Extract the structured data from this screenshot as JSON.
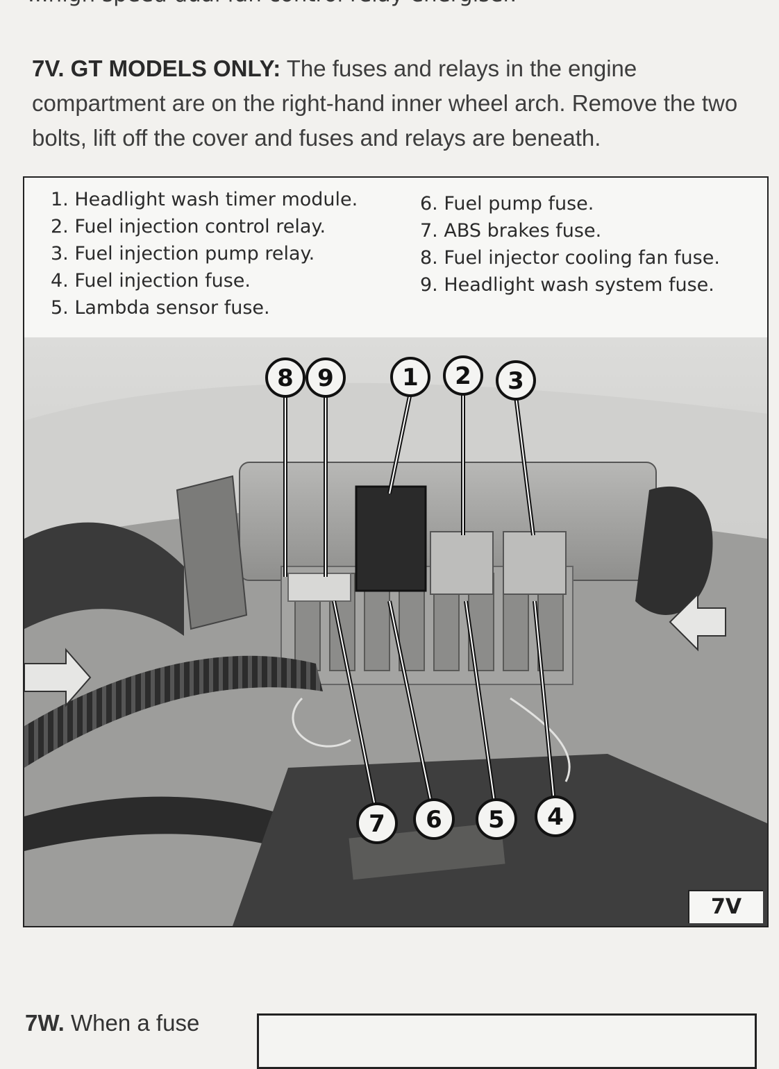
{
  "page": {
    "top_partial_text": "...high speed dual fan control relay energiser.",
    "section": {
      "lead": "7V. GT MODELS ONLY:",
      "text": " The fuses and relays in the engine compartment are on the right-hand inner wheel arch. Remove the two bolts, lift off the cover and fuses and relays are beneath."
    },
    "figure": {
      "label": "7V",
      "legend_left": [
        "1. Headlight wash timer module.",
        "2. Fuel injection control relay.",
        "3. Fuel injection pump relay.",
        "4. Fuel injection fuse.",
        "5. Lambda sensor fuse."
      ],
      "legend_right": [
        "6. Fuel pump fuse.",
        "7. ABS brakes fuse.",
        "8. Fuel injector cooling fan fuse.",
        "9. Headlight wash system fuse."
      ],
      "callouts_top": [
        "8",
        "9",
        "1",
        "2",
        "3"
      ],
      "callouts_bottom": [
        "7",
        "6",
        "5",
        "4"
      ]
    },
    "next_section": {
      "lead": "7W.",
      "text": " When a fuse"
    }
  },
  "colors": {
    "text": "#2a2a2a",
    "border": "#222222",
    "photo_mid": "#a9a9a7"
  }
}
